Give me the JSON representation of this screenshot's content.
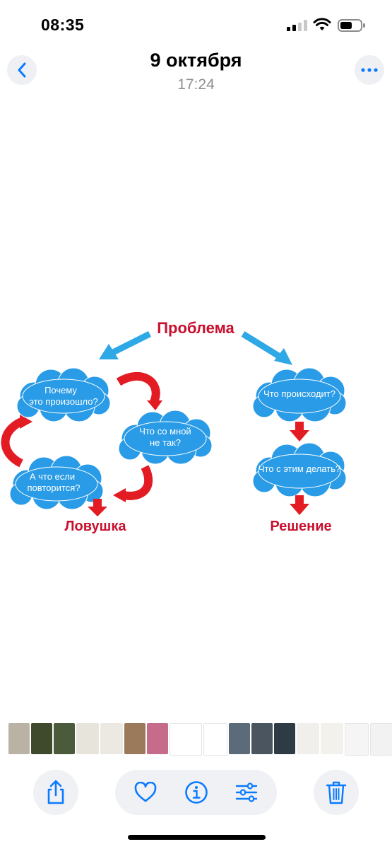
{
  "status_bar": {
    "time": "08:35",
    "signal_icon": "cellular-signal-icon",
    "wifi_icon": "wifi-icon",
    "battery_icon": "battery-icon"
  },
  "header": {
    "title": "9 октября",
    "subtitle": "17:24",
    "back_icon": "chevron-left-icon",
    "more_icon": "ellipsis-icon",
    "accent_color": "#0a7aff"
  },
  "photo": {
    "heading": "Проблема",
    "left": {
      "clouds": [
        "Почему это произошло?",
        "Что со мной не так?",
        "А что если повторится?"
      ],
      "result": "Ловушка"
    },
    "right": {
      "clouds": [
        "Что происходит?",
        "Что с этим делать?"
      ],
      "result": "Решение"
    },
    "colors": {
      "cloud": "#2a9be6",
      "arrow_red": "#e31b23",
      "arrow_blue": "#2fa8e6",
      "label_red": "#c8102e"
    }
  },
  "filmstrip": {
    "thumbnails": [
      {
        "color": "#b9b2a5"
      },
      {
        "color": "#3f4a2c"
      },
      {
        "color": "#4a5a3a"
      },
      {
        "color": "#e7e4dc"
      },
      {
        "color": "#ece9e2"
      },
      {
        "color": "#9a7a5a"
      },
      {
        "color": "#c66b8a"
      },
      {
        "color": "#ffffff"
      },
      {
        "color": "#ffffff"
      },
      {
        "color": "#5c6b7a"
      },
      {
        "color": "#4a5560"
      },
      {
        "color": "#2e3a44"
      },
      {
        "color": "#f0efeb"
      },
      {
        "color": "#f3f1ec"
      },
      {
        "color": "#f5f5f5"
      },
      {
        "color": "#f2f2f2"
      }
    ]
  },
  "toolbar": {
    "share_icon": "share-icon",
    "favorite_icon": "heart-icon",
    "info_icon": "info-icon",
    "adjust_icon": "sliders-icon",
    "delete_icon": "trash-icon"
  }
}
